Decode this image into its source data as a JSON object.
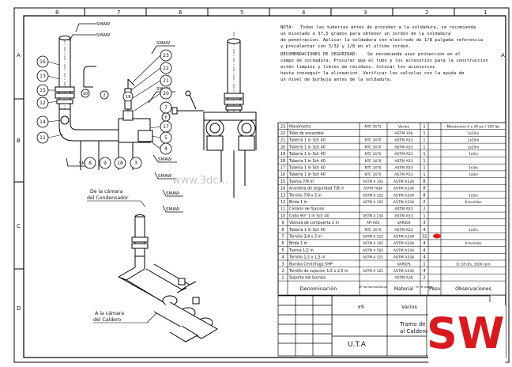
{
  "sheet": {
    "columns_top": [
      "8",
      "7",
      "6",
      "5",
      "4",
      "3",
      "2",
      "1"
    ],
    "rows_side": [
      "A",
      "B",
      "C",
      "D"
    ]
  },
  "notes": {
    "n1_title": "NOTA:",
    "n1_lines": [
      "Todas las tuberias antes de proceder a la soldadura, se recomienda",
      "un biselado a 37,5 grados para obtener un cordon de la soldadura",
      "de penetracion. Aplicar la soldadura con electrodo de 1/8 pulgada referencia",
      "y precalentar con 3/32 y 1/8 en el ultimo cordon."
    ],
    "n2_title": "RECOMENDACIONES DE SEGURIDAD:",
    "n2_lines": [
      "Se recomienda usar proteccion en el",
      "campo de soldadura. Procurar que el tubo y los accesorios para la construccion",
      "estén limpios y libres de residuos. Colocar los accesorios",
      "hasta conseguir la alineacion. Verificar las valvulas con la ayuda de",
      "un nivel de burbuja antes de la soldadura."
    ]
  },
  "weld_labels": [
    "SMAW",
    "SMAW",
    "SMAW",
    "SMAW",
    "SMAW",
    "SMAW",
    "SMAW",
    "SMAW",
    "SMAW"
  ],
  "balloons": [
    "16",
    "13",
    "15",
    "12",
    "14",
    "11",
    "23",
    "22",
    "21",
    "20",
    "18",
    "17",
    "19",
    "8",
    "9",
    "10",
    "2",
    "3",
    "7",
    "6",
    "5",
    "4"
  ],
  "callouts": {
    "condensador": [
      "De la cámara",
      "del Condensador"
    ],
    "caldero": [
      "A la cámara",
      "del Caldero"
    ]
  },
  "bom": {
    "rows": [
      {
        "n": "23",
        "desc": "Manómetro",
        "norm": "NTC 4571",
        "mat": "Varios",
        "qty": "1",
        "obs": "Manómetro 0 a 30 psi / 100 lbs"
      },
      {
        "n": "22",
        "desc": "Tubo de ensamble",
        "norm": "",
        "mat": "ASTM 106",
        "qty": "1",
        "obs": "1x20in"
      },
      {
        "n": "21",
        "desc": "Tubería 1 in Sch 40",
        "norm": "NTC 3470",
        "mat": "ASTM A53",
        "qty": "1",
        "obs": "1x20in"
      },
      {
        "n": "20",
        "desc": "Tubería 1 in Sch 40",
        "norm": "NTC 3470",
        "mat": "ASTM A53",
        "qty": "1",
        "obs": "1x20in"
      },
      {
        "n": "19",
        "desc": "Tubería 1 in Sch 40",
        "norm": "NTC 3470",
        "mat": "ASTM A53",
        "qty": "1",
        "obs": "1x4in"
      },
      {
        "n": "18",
        "desc": "Tubería 1 in Sch 40",
        "norm": "NTC 3470",
        "mat": "ASTM A53",
        "qty": "1",
        "obs": ""
      },
      {
        "n": "17",
        "desc": "Tubería 1 in Sch 40",
        "norm": "NTC 3470",
        "mat": "ASTM A53",
        "qty": "1",
        "obs": "1x3in"
      },
      {
        "n": "16",
        "desc": "Tubería 1 in Sch 40",
        "norm": "NTC 3470",
        "mat": "ASTM A53",
        "qty": "1",
        "obs": "1x4in"
      },
      {
        "n": "15",
        "desc": "Tuerca 7/8 in",
        "norm": "ASTM A 193",
        "mat": "ASTM A334",
        "qty": "8",
        "obs": ""
      },
      {
        "n": "14",
        "desc": "Arandela de seguridad 7/8 in",
        "norm": "ASTM F436",
        "mat": "ASTM A334",
        "qty": "8",
        "obs": ""
      },
      {
        "n": "13",
        "desc": "Tornillo 7/8 x 5 in",
        "norm": "ASTM A 325",
        "mat": "ASTM A334",
        "qty": "8",
        "obs": "1x5in"
      },
      {
        "n": "12",
        "desc": "Brida 1 in",
        "norm": "ASTM A 105",
        "mat": "ASTM A334",
        "qty": "2",
        "obs": "8 tornillos"
      },
      {
        "n": "11",
        "desc": "Collarín de fijación",
        "norm": "",
        "mat": "ASTM A53",
        "qty": "2",
        "obs": ""
      },
      {
        "n": "10",
        "desc": "Codo 90° 1 in Sch 40",
        "norm": "ASTM A 234",
        "mat": "ASTM A53",
        "qty": "1",
        "obs": ""
      },
      {
        "n": "9",
        "desc": "Válvula de compuerta 1 in",
        "norm": "API 600",
        "mat": "VARIOS",
        "qty": "3",
        "obs": ""
      },
      {
        "n": "8",
        "desc": "Tubería 1 in Sch 40",
        "norm": "NTC 3470",
        "mat": "ASTM A53",
        "qty": "4",
        "obs": "1x4in"
      },
      {
        "n": "7",
        "desc": "Tornillo 3/4 x 3 in",
        "norm": "ASTM A 325",
        "mat": "ASTM A334",
        "qty": "32",
        "obs": ""
      },
      {
        "n": "6",
        "desc": "Brida 1 in",
        "norm": "ASTM A 105",
        "mat": "ASTM A334",
        "qty": "4",
        "obs": "8 tornillos"
      },
      {
        "n": "5",
        "desc": "Tuerca 1/2 in",
        "norm": "ASTM A 563",
        "mat": "ASTM A334",
        "qty": "4",
        "obs": ""
      },
      {
        "n": "4",
        "desc": "Tornillo 1/2 x 1,5 in",
        "norm": "ASTM A 325",
        "mat": "ASTM A334",
        "qty": "4",
        "obs": ""
      },
      {
        "n": "3",
        "desc": "Bomba Centrífuga 5HP",
        "norm": "",
        "mat": "VARIOS",
        "qty": "1",
        "obs": "Q: 18 lt/s, 3500 rpm"
      },
      {
        "n": "2",
        "desc": "Tornillo de sujeción 1/2 x 2,5 in",
        "norm": "ASTM A 325",
        "mat": "ASTM A334",
        "qty": "4",
        "obs": ""
      },
      {
        "n": "1",
        "desc": "Soporte del bomba",
        "norm": "",
        "mat": "ASTM A36",
        "qty": "2",
        "obs": ""
      }
    ],
    "header": {
      "desc": "Denominación",
      "norm": "Nº de Norma/Dibujo",
      "mat": "Material",
      "qty": "Nº de piezas",
      "peso": "Peso",
      "obs": "Observaciones"
    }
  },
  "title_block": {
    "num": "±9",
    "material": "Varios",
    "title": [
      "Tramo de",
      "al Caldero"
    ],
    "org": "U.T.A"
  },
  "watermark": "www.3dc...",
  "logo": {
    "text": "SW",
    "brand_red": "#d71920",
    "brand_white": "#ffffff"
  }
}
